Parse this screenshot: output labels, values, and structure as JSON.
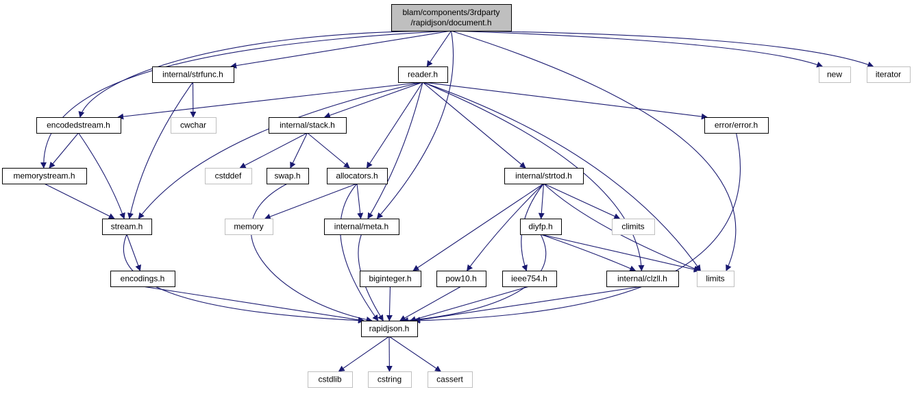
{
  "diagram": {
    "colors": {
      "edge": "#191970",
      "node_border": "#000000",
      "external_border": "#bfbfbf",
      "root_fill": "#bfbfbf",
      "node_fill": "#ffffff",
      "text": "#000000"
    },
    "nodes": [
      {
        "id": "document",
        "lines": [
          "blam/components/3rdparty",
          "/rapidjson/document.h"
        ],
        "kind": "root"
      },
      {
        "id": "strfunc",
        "lines": [
          "internal/strfunc.h"
        ],
        "kind": "file"
      },
      {
        "id": "reader",
        "lines": [
          "reader.h"
        ],
        "kind": "file"
      },
      {
        "id": "new",
        "lines": [
          "new"
        ],
        "kind": "external"
      },
      {
        "id": "iterator",
        "lines": [
          "iterator"
        ],
        "kind": "external"
      },
      {
        "id": "encodedstream",
        "lines": [
          "encodedstream.h"
        ],
        "kind": "file"
      },
      {
        "id": "cwchar",
        "lines": [
          "cwchar"
        ],
        "kind": "external"
      },
      {
        "id": "stack",
        "lines": [
          "internal/stack.h"
        ],
        "kind": "file"
      },
      {
        "id": "error",
        "lines": [
          "error/error.h"
        ],
        "kind": "file"
      },
      {
        "id": "memorystream",
        "lines": [
          "memorystream.h"
        ],
        "kind": "file"
      },
      {
        "id": "cstddef",
        "lines": [
          "cstddef"
        ],
        "kind": "external"
      },
      {
        "id": "swap",
        "lines": [
          "swap.h"
        ],
        "kind": "file"
      },
      {
        "id": "allocators",
        "lines": [
          "allocators.h"
        ],
        "kind": "file"
      },
      {
        "id": "strtod",
        "lines": [
          "internal/strtod.h"
        ],
        "kind": "file"
      },
      {
        "id": "stream",
        "lines": [
          "stream.h"
        ],
        "kind": "file"
      },
      {
        "id": "memory",
        "lines": [
          "memory"
        ],
        "kind": "external"
      },
      {
        "id": "meta",
        "lines": [
          "internal/meta.h"
        ],
        "kind": "file"
      },
      {
        "id": "diyfp",
        "lines": [
          "diyfp.h"
        ],
        "kind": "file"
      },
      {
        "id": "climits",
        "lines": [
          "climits"
        ],
        "kind": "external"
      },
      {
        "id": "encodings",
        "lines": [
          "encodings.h"
        ],
        "kind": "file"
      },
      {
        "id": "biginteger",
        "lines": [
          "biginteger.h"
        ],
        "kind": "file"
      },
      {
        "id": "pow10",
        "lines": [
          "pow10.h"
        ],
        "kind": "file"
      },
      {
        "id": "ieee754",
        "lines": [
          "ieee754.h"
        ],
        "kind": "file"
      },
      {
        "id": "clzll",
        "lines": [
          "internal/clzll.h"
        ],
        "kind": "file"
      },
      {
        "id": "limits",
        "lines": [
          "limits"
        ],
        "kind": "external"
      },
      {
        "id": "rapidjson",
        "lines": [
          "rapidjson.h"
        ],
        "kind": "file"
      },
      {
        "id": "cstdlib",
        "lines": [
          "cstdlib"
        ],
        "kind": "external"
      },
      {
        "id": "cstring",
        "lines": [
          "cstring"
        ],
        "kind": "external"
      },
      {
        "id": "cassert",
        "lines": [
          "cassert"
        ],
        "kind": "external"
      }
    ],
    "edges": [
      [
        "document",
        "reader"
      ],
      [
        "document",
        "strfunc"
      ],
      [
        "document",
        "encodedstream"
      ],
      [
        "document",
        "memorystream"
      ],
      [
        "document",
        "meta"
      ],
      [
        "document",
        "new"
      ],
      [
        "document",
        "iterator"
      ],
      [
        "document",
        "limits"
      ],
      [
        "strfunc",
        "cwchar"
      ],
      [
        "strfunc",
        "stream"
      ],
      [
        "reader",
        "encodedstream"
      ],
      [
        "reader",
        "stream"
      ],
      [
        "reader",
        "stack"
      ],
      [
        "reader",
        "allocators"
      ],
      [
        "reader",
        "meta"
      ],
      [
        "reader",
        "strtod"
      ],
      [
        "reader",
        "error"
      ],
      [
        "reader",
        "clzll"
      ],
      [
        "reader",
        "limits"
      ],
      [
        "encodedstream",
        "memorystream"
      ],
      [
        "encodedstream",
        "stream"
      ],
      [
        "memorystream",
        "stream"
      ],
      [
        "stack",
        "cstddef"
      ],
      [
        "stack",
        "swap"
      ],
      [
        "stack",
        "allocators"
      ],
      [
        "allocators",
        "memory"
      ],
      [
        "allocators",
        "meta"
      ],
      [
        "allocators",
        "rapidjson"
      ],
      [
        "swap",
        "rapidjson"
      ],
      [
        "error",
        "rapidjson"
      ],
      [
        "stream",
        "encodings"
      ],
      [
        "stream",
        "rapidjson"
      ],
      [
        "encodings",
        "rapidjson"
      ],
      [
        "meta",
        "rapidjson"
      ],
      [
        "strtod",
        "diyfp"
      ],
      [
        "strtod",
        "climits"
      ],
      [
        "strtod",
        "biginteger"
      ],
      [
        "strtod",
        "pow10"
      ],
      [
        "strtod",
        "ieee754"
      ],
      [
        "strtod",
        "limits"
      ],
      [
        "diyfp",
        "clzll"
      ],
      [
        "diyfp",
        "limits"
      ],
      [
        "diyfp",
        "rapidjson"
      ],
      [
        "biginteger",
        "rapidjson"
      ],
      [
        "pow10",
        "rapidjson"
      ],
      [
        "ieee754",
        "rapidjson"
      ],
      [
        "clzll",
        "rapidjson"
      ],
      [
        "rapidjson",
        "cstdlib"
      ],
      [
        "rapidjson",
        "cstring"
      ],
      [
        "rapidjson",
        "cassert"
      ]
    ]
  }
}
